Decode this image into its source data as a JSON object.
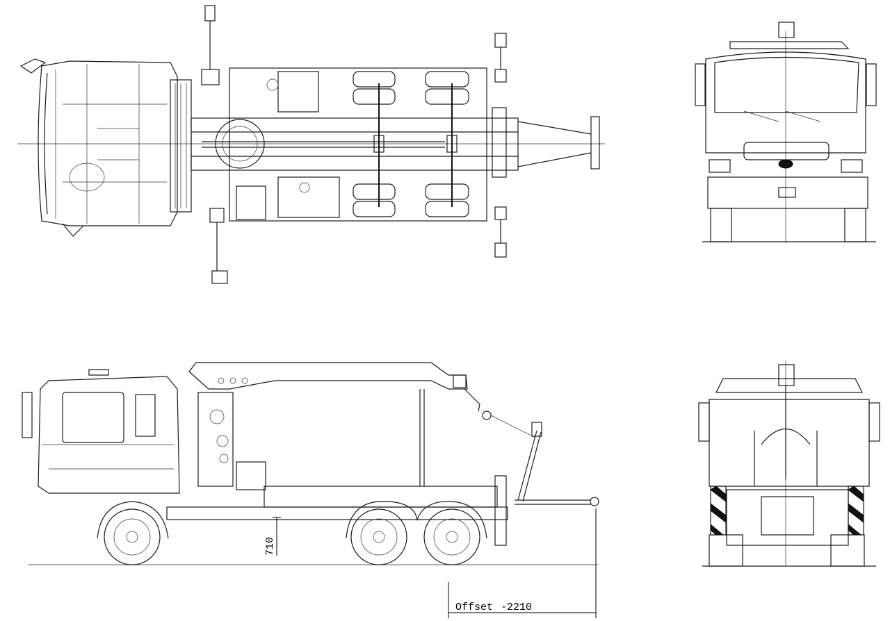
{
  "views": {
    "top": "top-view",
    "side": "side-view",
    "front": "front-view",
    "rear": "rear-view"
  },
  "dimensions": {
    "offset_label": "Offset",
    "offset_value": "-2210",
    "height_value": "710"
  },
  "colors": {
    "line": "#1a1a1a",
    "background": "#ffffff"
  }
}
